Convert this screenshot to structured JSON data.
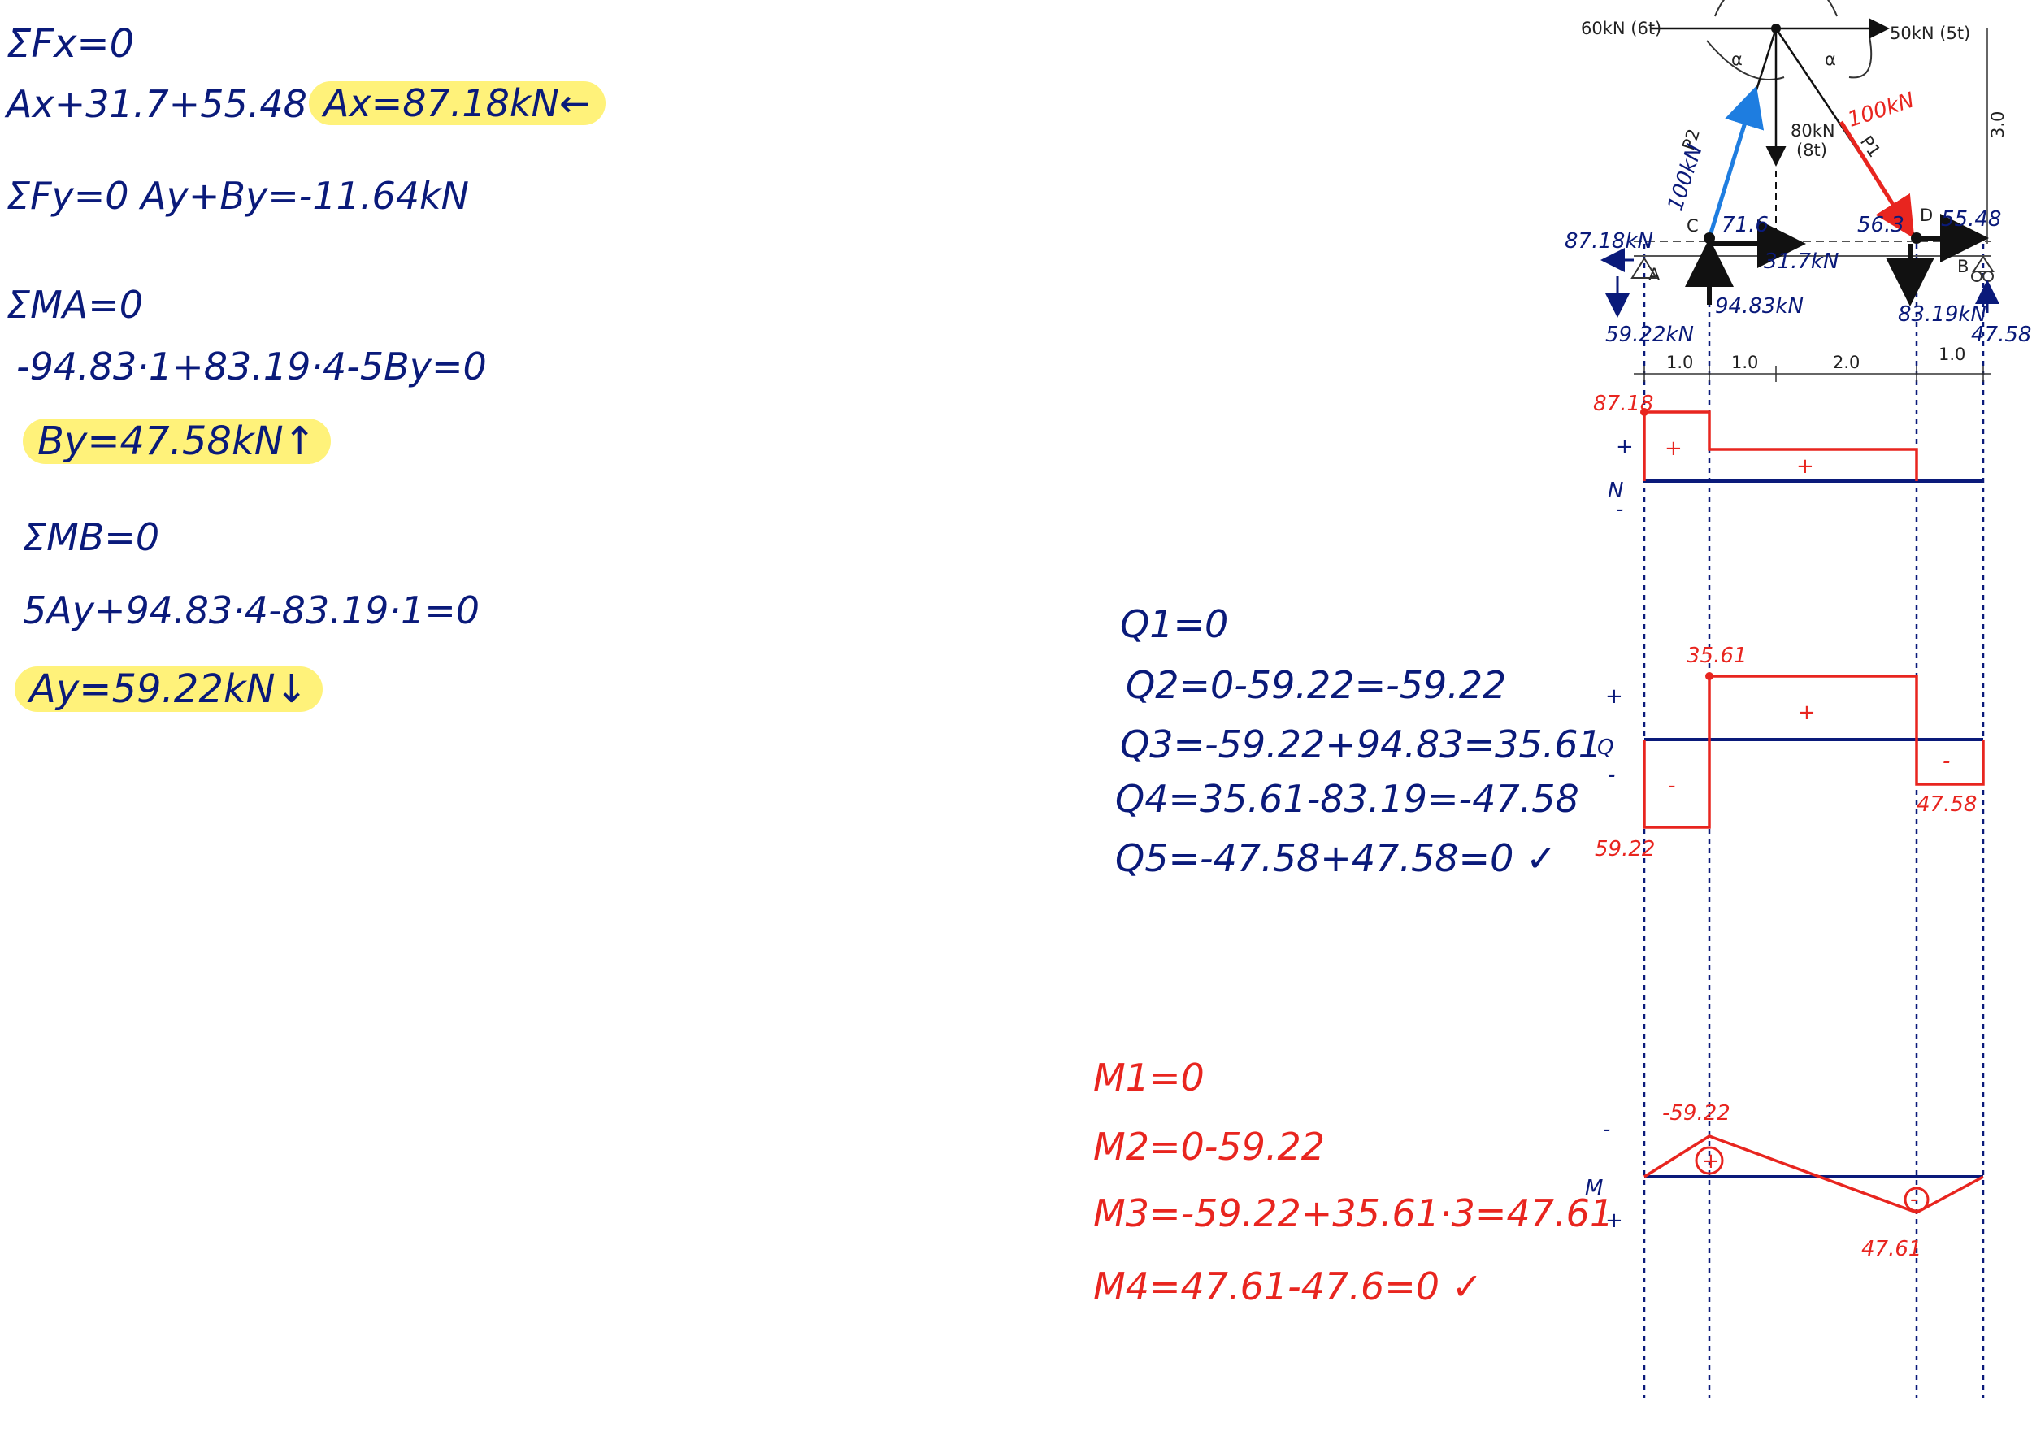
{
  "left_notes": {
    "l1": "ΣFx=0",
    "l2": "Ax+31.7+55.48=0",
    "l2_result": "Ax=87.18kN←",
    "l3": "ΣFy=0   Ay+By=-11.64kN",
    "l4": "ΣMA=0",
    "l5": "-94.83·1+83.19·4-5By=0",
    "l6_result": "By=47.58kN↑",
    "l7": "ΣMB=0",
    "l8": "5Ay+94.83·4-83.19·1=0",
    "l9_result": "Ay=59.22kN↓"
  },
  "shear_notes": [
    "Q1=0",
    "Q2=0-59.22=-59.22",
    "Q3=-59.22+94.83=35.61",
    "Q4=35.61-83.19=-47.58",
    "Q5=-47.58+47.58=0 ✓"
  ],
  "moment_notes": [
    "M1=0",
    "M2=0-59.22",
    "M3=-59.22+35.61·3=47.61",
    "M4=47.61-47.6=0 ✓"
  ],
  "diagram": {
    "printed": {
      "load_left": "60kN (6t)",
      "load_right": "50kN (5t)",
      "load_down": "80kN",
      "load_down_sub": "(8t)",
      "member_p1": "P1",
      "member_p2": "P2",
      "height": "3.0",
      "node_a": "A",
      "node_b": "B",
      "node_c": "C",
      "node_d": "D",
      "angle_label": "α",
      "dims": [
        "1.0",
        "1.0",
        "2.0",
        "1.0"
      ]
    },
    "annot": {
      "p2_force": "100kN",
      "p1_force": "100kN",
      "c_angle": "71.6",
      "d_angle": "56.3",
      "d_force": "55.48",
      "c_force_x": "31.7kN",
      "c_force_y": "94.83kN",
      "d_force_y": "83.19kN",
      "ax_value": "87.18kN",
      "ay_value": "59.22kN",
      "by_value": "47.58kN"
    },
    "normal": {
      "symbol": "N",
      "plus_sign": "+",
      "minus_sign": "-",
      "peak_label": "87.18",
      "segment_signs": [
        "+",
        "+"
      ]
    },
    "shear": {
      "symbol": "Q",
      "plus_sign": "+",
      "minus_sign": "-",
      "peak_label": "35.61",
      "low_left_label": "59.22",
      "low_right_label": "47.58",
      "segment_signs": [
        "-",
        "+",
        "-"
      ]
    },
    "moment": {
      "symbol": "M",
      "minus_sign": "-",
      "plus_sign": "+",
      "peak_label": "-59.22",
      "low_label": "47.61"
    }
  },
  "colors": {
    "ink_blue": "#0a1a7a",
    "ink_red": "#e8251f",
    "p2_blue": "#1e7de0",
    "highlight": "#fff27a"
  }
}
